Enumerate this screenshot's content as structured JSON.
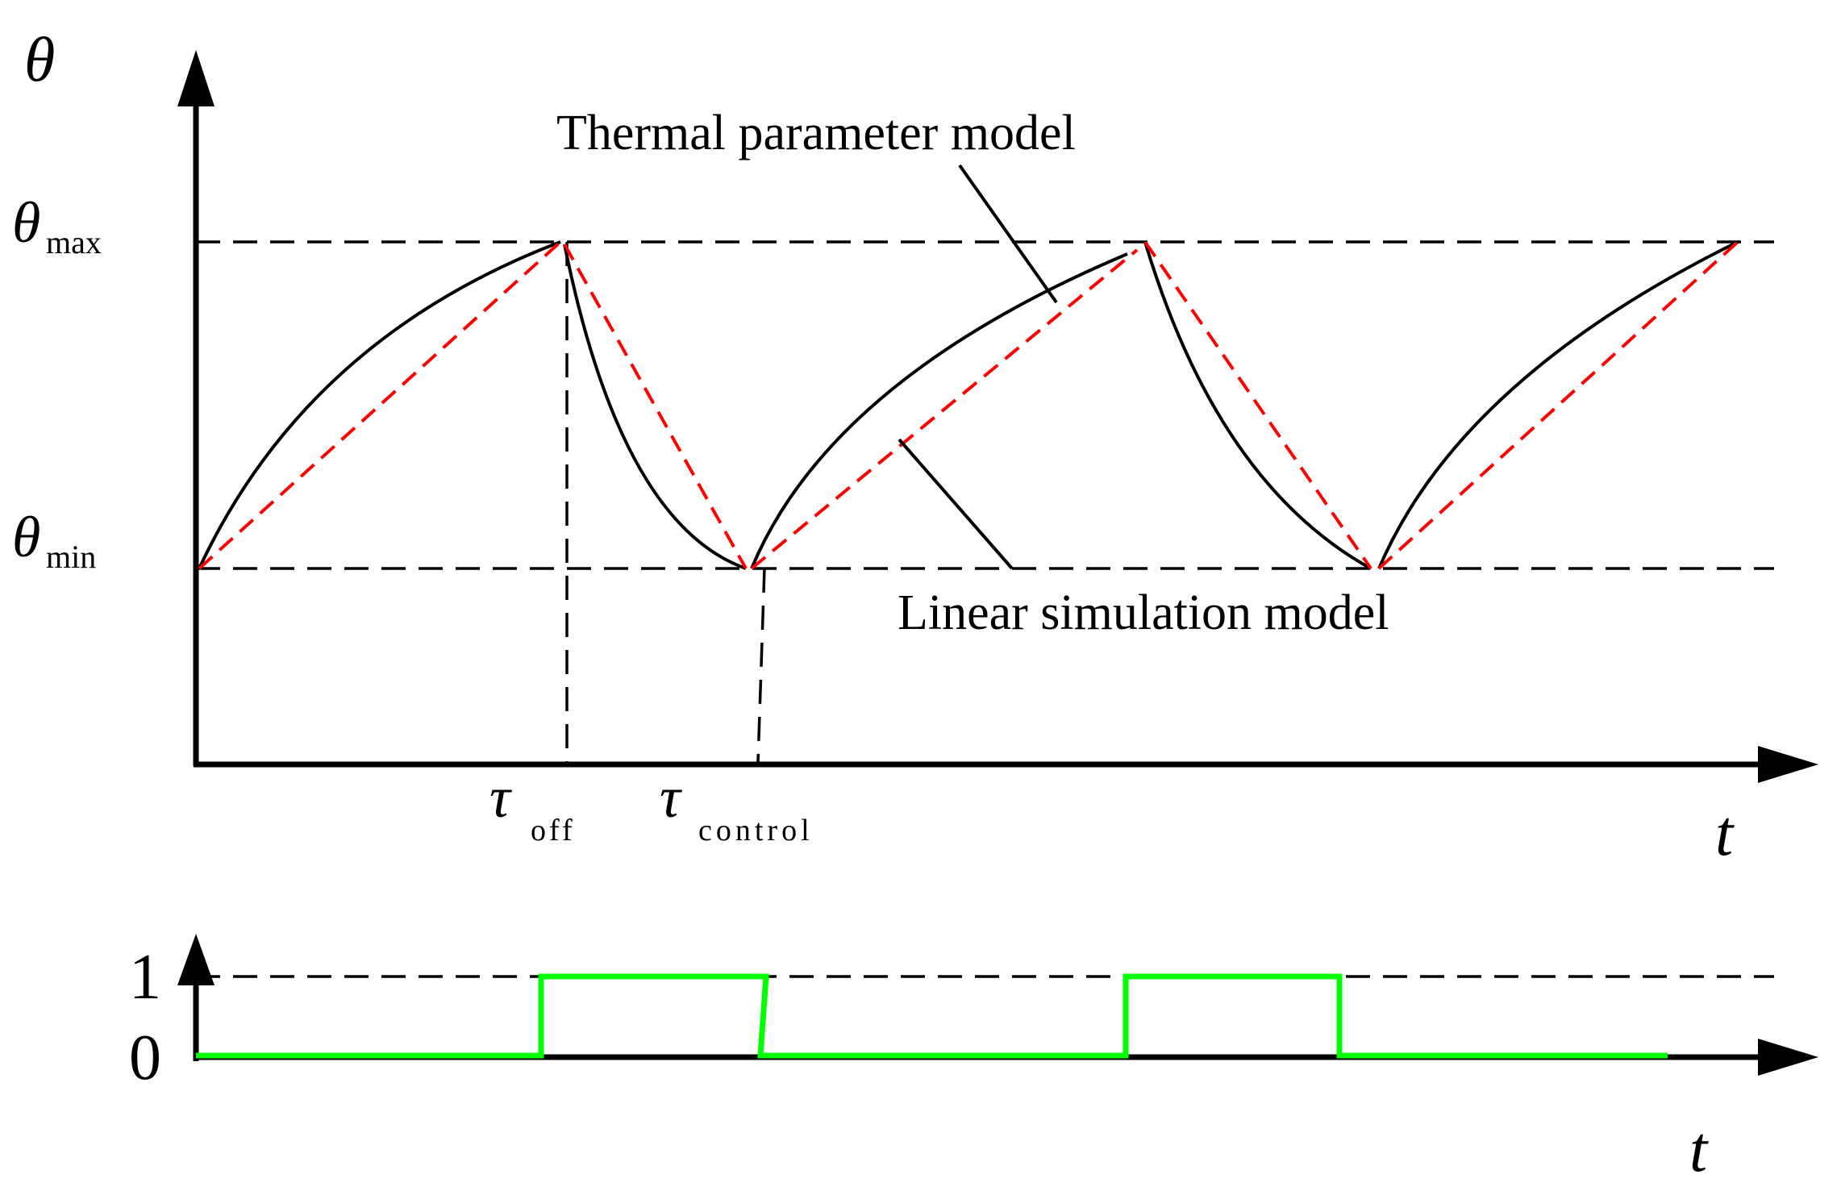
{
  "labels": {
    "y_axis_symbol": "θ",
    "theta_max_base": "θ",
    "theta_max_sub": "max",
    "theta_min_base": "θ",
    "theta_min_sub": "min",
    "tau_off_base": "τ",
    "tau_off_sub": "off",
    "tau_control_base": "τ",
    "tau_control_sub": "control",
    "t_upper": "t",
    "t_lower": "t",
    "one": "1",
    "zero": "0",
    "thermal_model": "Thermal parameter model",
    "linear_model": "Linear simulation model"
  },
  "colors": {
    "axis": "#000000",
    "thermal_curve": "#000000",
    "linear_curve": "#ff0000",
    "switch_signal": "#00ff00"
  }
}
